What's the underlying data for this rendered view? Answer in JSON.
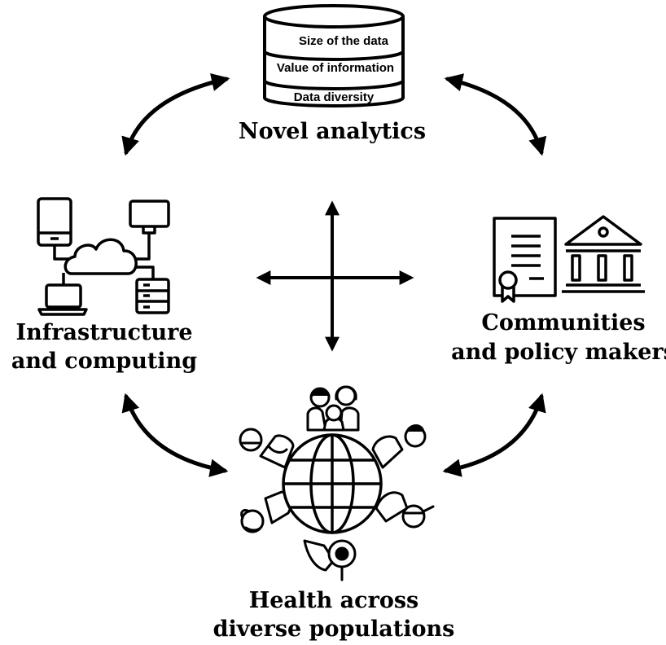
{
  "diagram": {
    "top": {
      "title": "Novel analytics",
      "database_layers": [
        "Size of the data",
        "Value of information",
        "Data diversity"
      ],
      "icon": "database-icon"
    },
    "left": {
      "title_lines": [
        "Infrastructure",
        "and computing"
      ],
      "icons": [
        "smartphone-icon",
        "monitor-icon",
        "cloud-icon",
        "laptop-icon",
        "server-icon"
      ]
    },
    "right": {
      "title_lines": [
        "Communities",
        "and policy makers"
      ],
      "icons": [
        "certificate-icon",
        "government-building-icon"
      ]
    },
    "bottom": {
      "title_lines": [
        "Health across",
        "diverse populations"
      ],
      "icons": [
        "globe-icon",
        "family-icon",
        "doctor-icon",
        "elderly-person-icon",
        "child-icon",
        "person-icon"
      ]
    },
    "connectors": [
      "top-left",
      "top-right",
      "bottom-left",
      "bottom-right",
      "center-cross"
    ],
    "colors": {
      "ink": "#000000",
      "background": "#ffffff"
    }
  }
}
